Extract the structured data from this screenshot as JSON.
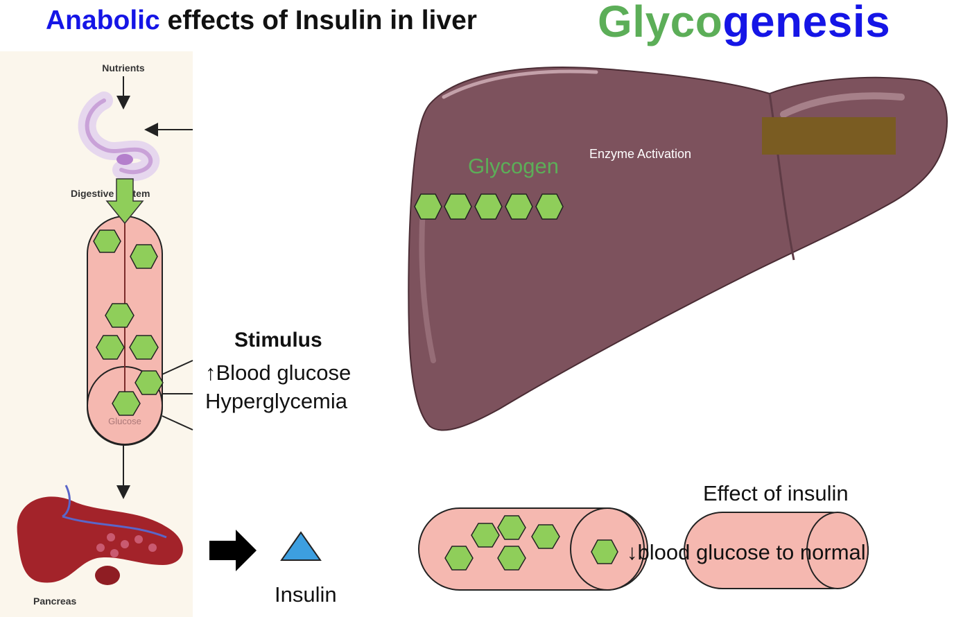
{
  "title": {
    "left_highlight": "Anabolic",
    "left_rest": " effects of Insulin in liver",
    "right_part1": "Glyco",
    "right_part2": "genesis"
  },
  "left_panel": {
    "nutrients_label": "Nutrients",
    "digestive_label": "Digestive system",
    "glucose_label": "Glucose",
    "pancreas_label": "Pancreas"
  },
  "stimulus": {
    "title": "Stimulus",
    "line1": "↑Blood glucose",
    "line2": "Hyperglycemia"
  },
  "insulin_label": "Insulin",
  "liver": {
    "glycogen_label": "Glycogen",
    "enzyme_label": "Enzyme Activation"
  },
  "effect": {
    "label": "Effect of insulin",
    "text": "↓blood glucose to normal"
  },
  "colors": {
    "anabolic_blue": "#1515e6",
    "glyco_green": "#5cae58",
    "liver": "#7d525d",
    "vessel_pink": "#f5b8b0",
    "glucose_hex": "#8fce5a",
    "insulin_triangle": "#3d9fe0",
    "enzyme_box": "#7a5c22"
  }
}
